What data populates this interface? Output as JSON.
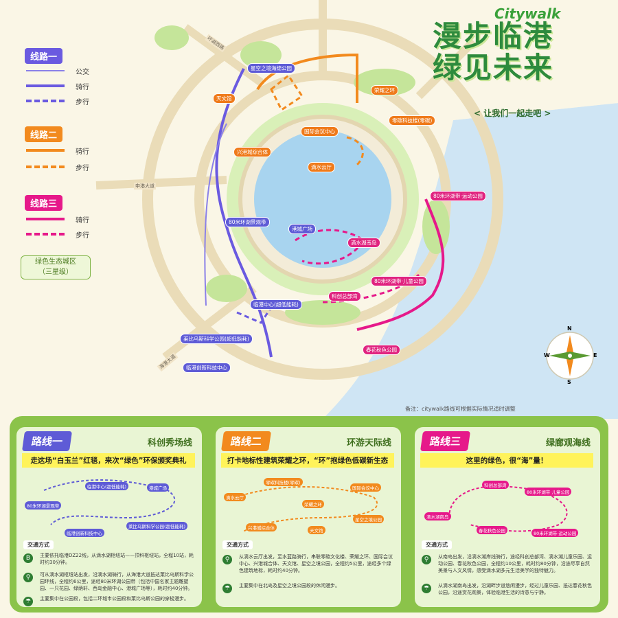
{
  "header": {
    "brand": "Citywalk",
    "title_line1": "漫步临港",
    "title_line2": "绿见未来",
    "subtitle": "< 让我们一起走吧 >",
    "note": "备注：citywalk路线可根据实际情况适时调整"
  },
  "legend": {
    "route1": {
      "name": "线路一",
      "color": "#6a5ae0",
      "items": [
        "公交",
        "骑行",
        "步行"
      ]
    },
    "route2": {
      "name": "线路二",
      "color": "#f28a1e",
      "items": [
        "骑行",
        "步行"
      ]
    },
    "route3": {
      "name": "线路三",
      "color": "#e6198a",
      "items": [
        "骑行",
        "步行"
      ]
    },
    "badge": "绿色生态城区\n（三星级）"
  },
  "roads": {
    "road1": "环湖西路",
    "road2": "申港大道",
    "road3": "海港大道"
  },
  "pois": {
    "p1": "星空之境海绵公园",
    "p2": "天文馆",
    "p3": "荣耀之环",
    "p4": "国际会议中心",
    "p5": "零碳科技楼(零碳)",
    "p6": "兴港城综合体",
    "p7": "滴水云厅",
    "p8": "80米环湖带·运动公园",
    "p9": "80米环湖景观带",
    "p10": "港城广场",
    "p11": "滴水湖南岛",
    "p12": "80米环湖带·儿童公园",
    "p13": "科创总部湾",
    "p14": "临港中心(超低能耗)",
    "p15": "春花秋色公园",
    "p16": "莱比乌斯科学公园(超低能耗)",
    "p17": "临港创新科技中心"
  },
  "cards": [
    {
      "label": "路线一",
      "subtitle": "科创秀场线",
      "color": "#5e5bd6",
      "slogan": "走这场“白玉兰”红毯，来次“绿色”环保颁奖典礼",
      "stops": [
        "80米环湖景观带",
        "临港中心(超低能耗)",
        "港城广场",
        "临港创新科技中心",
        "莱比乌斯科学公园(超低能耗)"
      ],
      "transport_label": "交通方式",
      "modes": [
        {
          "icon": "bus-icon",
          "glyph": "B",
          "text": "主要依托临港DZ22线，从滴水湖枢纽站——顶科枢纽站，全程10站，耗时约30分钟。"
        },
        {
          "icon": "bike-icon",
          "glyph": "⚲",
          "text": "可从滴水湖枢纽站出发，沿滴水湖骑行，从海港大道抵达莱比乌斯科学公园环线，全程约6公里，途经80米环湖公园带（包括中国名家主题雕塑园、一只花园、绿荫轩、西岛金融中心、港城广场等），耗时约40分钟。"
        },
        {
          "icon": "walk-icon",
          "glyph": "☂",
          "text": "主要集中在公园段，包括二环城市公园段和莱比乌斯公园的穿梭漫步。"
        }
      ]
    },
    {
      "label": "路线二",
      "subtitle": "环游天际线",
      "color": "#f28a1e",
      "slogan": "打卡地标性建筑荣耀之环，“环”抱绿色低碳新生态",
      "stops": [
        "滴水云厅",
        "零碳科技楼(零碳)",
        "荣耀之环",
        "国际会议中心",
        "兴港城综合体",
        "天文馆",
        "星空之境公园"
      ],
      "transport_label": "交通方式",
      "modes": [
        {
          "icon": "bike-icon",
          "glyph": "⚲",
          "text": "从滴水云厅出发，至水蓝路骑行，串联零碳文化楼、荣耀之环、国际会议中心、兴港城合体、天文馆、星空之境公园，全程约5公里，途经多个绿色建筑地标，耗时约40分钟。"
        },
        {
          "icon": "walk-icon",
          "glyph": "☂",
          "text": "主要集中在北岛及星空之境公园段的休闲漫步。"
        }
      ]
    },
    {
      "label": "路线三",
      "subtitle": "绿廊观海线",
      "color": "#e6198a",
      "slogan": "这里的绿色，很“海”量！",
      "stops": [
        "科创总部湾",
        "80米环湖带·儿童公园",
        "滴水湖南岛",
        "春花秋色公园",
        "80米环湖带·运动公园"
      ],
      "transport_label": "交通方式",
      "modes": [
        {
          "icon": "bike-icon",
          "glyph": "⚲",
          "text": "从南岛出发，沿滴水湖岸线骑行，途经科创总部湾、滴水湖儿童乐园、运动公园、春花秋色公园，全程约10公里，耗时约80分钟，沿途尽享自然美景与人文风情，感受滴水湖多元生活美学的独特魅力。"
        },
        {
          "icon": "walk-icon",
          "glyph": "☂",
          "text": "从滴水湖南岛出发，沿湖畔步道悠闲漫步，经过儿童乐园、抵达春花秋色公园，沿途赏花观景，体验临港生活的诗意与宁静。"
        }
      ]
    }
  ],
  "compass": {
    "n": "N",
    "s": "S",
    "e": "E",
    "w": "W"
  }
}
